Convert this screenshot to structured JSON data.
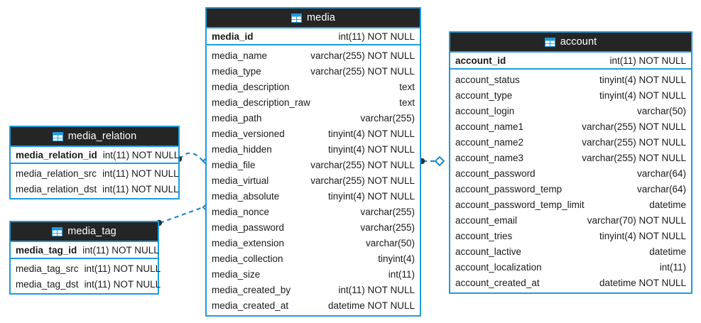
{
  "diagram": {
    "title": "database-er-diagram",
    "colors": {
      "border": "#1f9bd8",
      "header_bg": "#252526",
      "header_text": "#ffffff",
      "body_bg": "#ffffff",
      "text": "#1a1a1a",
      "edge": "#1f88c9"
    },
    "icon_name": "table-icon"
  },
  "entities": {
    "media": {
      "name": "media",
      "primary_key": {
        "name": "media_id",
        "type": "int(11) NOT NULL"
      },
      "fields": [
        {
          "name": "media_name",
          "type": "varchar(255) NOT NULL"
        },
        {
          "name": "media_type",
          "type": "varchar(255) NOT NULL"
        },
        {
          "name": "media_description",
          "type": "text"
        },
        {
          "name": "media_description_raw",
          "type": "text"
        },
        {
          "name": "media_path",
          "type": "varchar(255)"
        },
        {
          "name": "media_versioned",
          "type": "tinyint(4) NOT NULL"
        },
        {
          "name": "media_hidden",
          "type": "tinyint(4) NOT NULL"
        },
        {
          "name": "media_file",
          "type": "varchar(255) NOT NULL"
        },
        {
          "name": "media_virtual",
          "type": "varchar(255) NOT NULL"
        },
        {
          "name": "media_absolute",
          "type": "tinyint(4) NOT NULL"
        },
        {
          "name": "media_nonce",
          "type": "varchar(255)"
        },
        {
          "name": "media_password",
          "type": "varchar(255)"
        },
        {
          "name": "media_extension",
          "type": "varchar(50)"
        },
        {
          "name": "media_collection",
          "type": "tinyint(4)"
        },
        {
          "name": "media_size",
          "type": "int(11)"
        },
        {
          "name": "media_created_by",
          "type": "int(11) NOT NULL"
        },
        {
          "name": "media_created_at",
          "type": "datetime NOT NULL"
        }
      ]
    },
    "account": {
      "name": "account",
      "primary_key": {
        "name": "account_id",
        "type": "int(11) NOT NULL"
      },
      "fields": [
        {
          "name": "account_status",
          "type": "tinyint(4) NOT NULL"
        },
        {
          "name": "account_type",
          "type": "tinyint(4) NOT NULL"
        },
        {
          "name": "account_login",
          "type": "varchar(50)"
        },
        {
          "name": "account_name1",
          "type": "varchar(255) NOT NULL"
        },
        {
          "name": "account_name2",
          "type": "varchar(255) NOT NULL"
        },
        {
          "name": "account_name3",
          "type": "varchar(255) NOT NULL"
        },
        {
          "name": "account_password",
          "type": "varchar(64)"
        },
        {
          "name": "account_password_temp",
          "type": "varchar(64)"
        },
        {
          "name": "account_password_temp_limit",
          "type": "datetime"
        },
        {
          "name": "account_email",
          "type": "varchar(70) NOT NULL"
        },
        {
          "name": "account_tries",
          "type": "tinyint(4) NOT NULL"
        },
        {
          "name": "account_lactive",
          "type": "datetime"
        },
        {
          "name": "account_localization",
          "type": "int(11)"
        },
        {
          "name": "account_created_at",
          "type": "datetime NOT NULL"
        }
      ]
    },
    "media_relation": {
      "name": "media_relation",
      "primary_key": {
        "name": "media_relation_id",
        "type": "int(11) NOT NULL"
      },
      "fields": [
        {
          "name": "media_relation_src",
          "type": "int(11) NOT NULL"
        },
        {
          "name": "media_relation_dst",
          "type": "int(11) NOT NULL"
        }
      ]
    },
    "media_tag": {
      "name": "media_tag",
      "primary_key": {
        "name": "media_tag_id",
        "type": "int(11) NOT NULL"
      },
      "fields": [
        {
          "name": "media_tag_src",
          "type": "int(11) NOT NULL"
        },
        {
          "name": "media_tag_dst",
          "type": "int(11) NOT NULL"
        }
      ]
    }
  },
  "relationships": [
    {
      "from": "media_relation",
      "to": "media",
      "style": "dashed"
    },
    {
      "from": "media_tag",
      "to": "media",
      "style": "dashed"
    },
    {
      "from": "media",
      "to": "account",
      "style": "dashed"
    }
  ]
}
